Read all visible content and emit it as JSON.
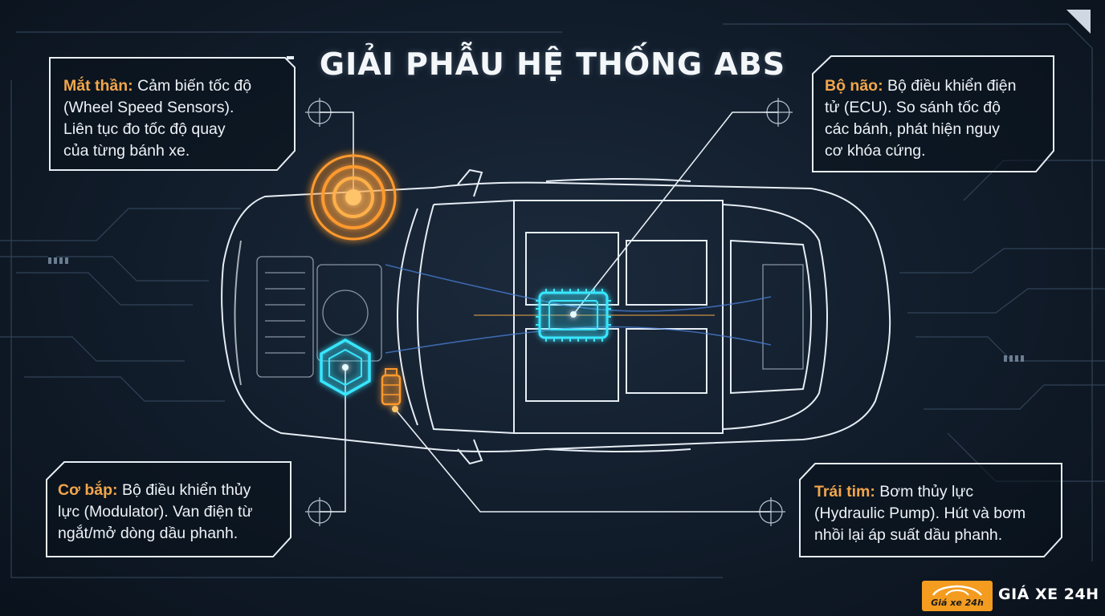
{
  "title": "GIẢI PHẪU HỆ THỐNG ABS",
  "callouts": {
    "sensor": {
      "key": "Mắt thần:",
      "lines": [
        "Cảm biến tốc độ",
        "(Wheel Speed Sensors).",
        "Liên tục đo tốc độ quay",
        "của từng bánh xe."
      ]
    },
    "ecu": {
      "key": "Bộ não:",
      "lines": [
        "Bộ điều khiển điện",
        "tử (ECU). So sánh tốc độ",
        "các bánh, phát hiện nguy",
        "cơ khóa cứng."
      ]
    },
    "modulator": {
      "key": "Cơ bắp:",
      "lines": [
        "Bộ điều khiển thủy",
        "lực (Modulator). Van điện từ",
        "ngắt/mở dòng dầu phanh."
      ]
    },
    "pump": {
      "key": "Trái tim:",
      "lines": [
        "Bơm thủy lực",
        "(Hydraulic Pump). Hút và bơm",
        "nhồi lại áp suất dầu phanh."
      ]
    }
  },
  "logo": {
    "badge_text": "Giá xe 24h",
    "brand_text": "GIÁ XE 24H"
  },
  "colors": {
    "accent_orange": "#f2a64a",
    "accent_cyan": "#39e6ff",
    "panel_border": "#e8eef4",
    "background": "#111c2a",
    "logo_orange": "#f39c1f"
  },
  "icons": {
    "sensor": "concentric-rings-icon",
    "ecu": "chip-icon",
    "modulator": "hexagon-icon",
    "pump": "cylinder-icon"
  }
}
